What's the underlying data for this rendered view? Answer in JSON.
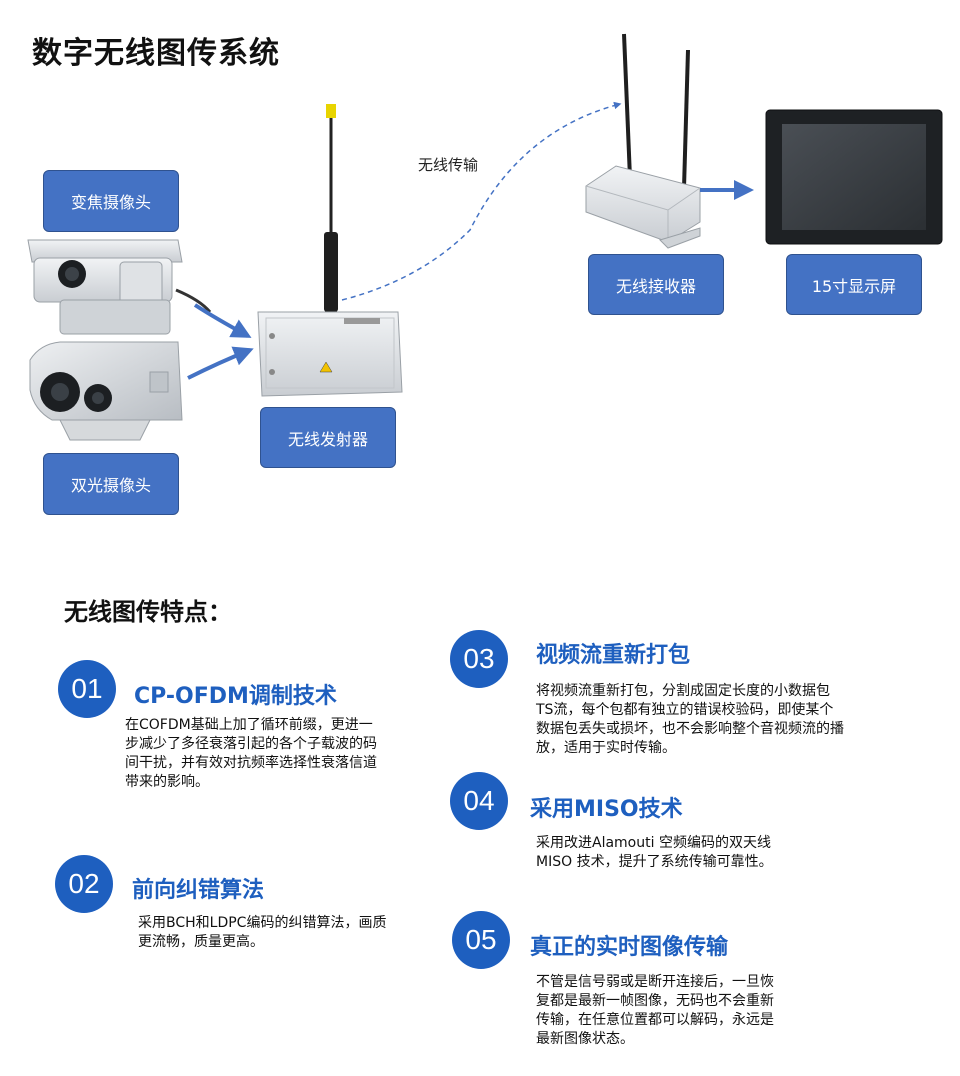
{
  "page_title": "数字无线图传系统",
  "diagram": {
    "zoom_camera_label": "变焦摄像头",
    "dual_camera_label": "双光摄像头",
    "transmitter_label": "无线发射器",
    "receiver_label": "无线接收器",
    "display_label": "15寸显示屏",
    "wireless_link_label": "无线传输"
  },
  "features_title": "无线图传特点：",
  "features": [
    {
      "num": "01",
      "title": "CP-OFDM调制技术",
      "desc": "在COFDM基础上加了循环前缀，更进一步减少了多径衰落引起的各个子载波的码间干扰，并有效对抗频率选择性衰落信道带来的影响。"
    },
    {
      "num": "02",
      "title": "前向纠错算法",
      "desc": "采用BCH和LDPC编码的纠错算法，画质更流畅，质量更高。"
    },
    {
      "num": "03",
      "title": "视频流重新打包",
      "desc": "将视频流重新打包，分割成固定长度的小数据包TS流，每个包都有独立的错误校验码，即使某个数据包丢失或损坏，也不会影响整个音视频流的播放，适用于实时传输。"
    },
    {
      "num": "04",
      "title": "采用MISO技术",
      "desc": "采用改进Alamouti 空频编码的双天线MISO 技术，提升了系统传输可靠性。"
    },
    {
      "num": "05",
      "title": "真正的实时图像传输",
      "desc": "不管是信号弱或是断开连接后，一旦恢复都是最新一帧图像，无码也不会重新传输，在任意位置都可以解码，永远是最新图像状态。"
    }
  ],
  "colors": {
    "accent": "#1e5fbf",
    "label_box": "#4472c4",
    "arrow": "#4472c4"
  }
}
